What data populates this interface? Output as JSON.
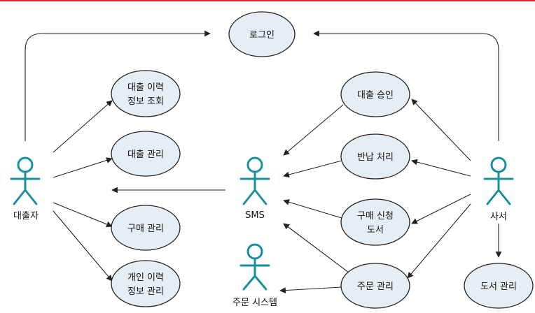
{
  "diagram": {
    "actors": {
      "borrower": "대출자",
      "sms": "SMS",
      "order_system": "주문 시스템",
      "librarian": "사서"
    },
    "use_cases": {
      "login": [
        "로그인"
      ],
      "loan_history": [
        "대출 이력",
        "정보 조회"
      ],
      "loan_manage": [
        "대출 관리"
      ],
      "purchase_manage": [
        "구매 관리"
      ],
      "personal_history": [
        "개인 이력",
        "정보 관리"
      ],
      "loan_approve": [
        "대출 승인"
      ],
      "return_process": [
        "반납 처리"
      ],
      "purchase_request": [
        "구매 신청",
        "도서"
      ],
      "order_manage": [
        "주문 관리"
      ],
      "book_manage": [
        "도서 관리"
      ]
    },
    "colors": {
      "actor": "#1b8f9c",
      "ellipse_fill": "#e6eef4",
      "line": "#222222",
      "top_border": "#e0242a"
    }
  }
}
